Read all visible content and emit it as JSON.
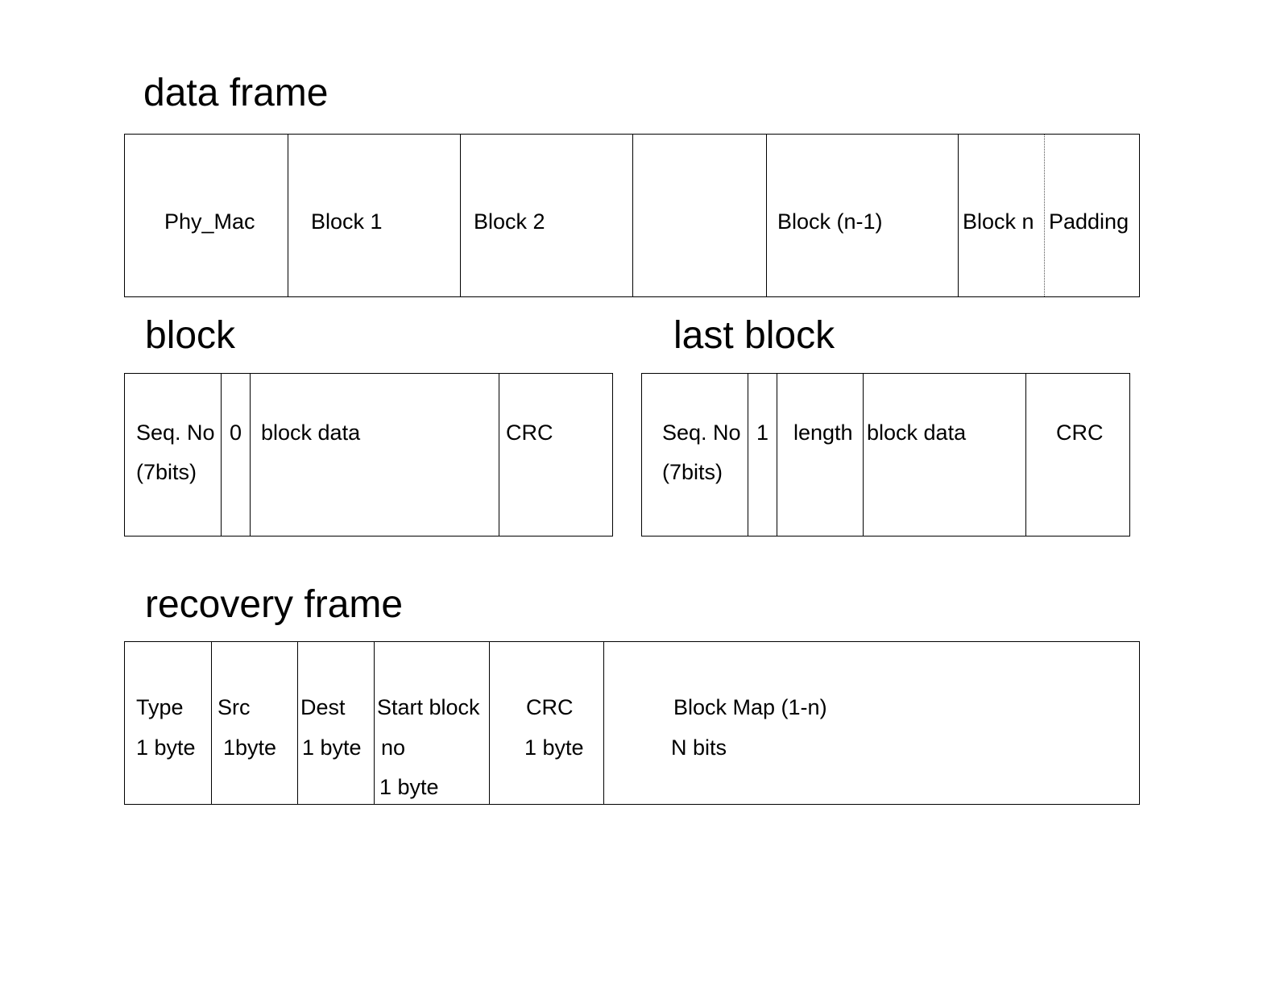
{
  "data_frame": {
    "title": "data frame",
    "fields": [
      "Phy_Mac",
      "Block 1",
      "Block 2",
      "",
      "Block (n-1)",
      "Block n",
      "Padding"
    ]
  },
  "block": {
    "title": "block",
    "fields": [
      {
        "lines": [
          "Seq. No",
          "(7bits)"
        ]
      },
      {
        "lines": [
          "0"
        ]
      },
      {
        "lines": [
          "block data"
        ]
      },
      {
        "lines": [
          "CRC"
        ]
      }
    ]
  },
  "last_block": {
    "title": "last block",
    "fields": [
      {
        "lines": [
          "Seq. No",
          "(7bits)"
        ]
      },
      {
        "lines": [
          "1"
        ]
      },
      {
        "lines": [
          "length"
        ]
      },
      {
        "lines": [
          "block data"
        ]
      },
      {
        "lines": [
          "CRC"
        ]
      }
    ]
  },
  "recovery_frame": {
    "title": "recovery frame",
    "fields": [
      {
        "lines": [
          "Type",
          "1 byte"
        ]
      },
      {
        "lines": [
          "Src",
          "1byte"
        ]
      },
      {
        "lines": [
          "Dest",
          "1 byte"
        ]
      },
      {
        "lines": [
          "Start block",
          "no",
          "1 byte"
        ]
      },
      {
        "lines": [
          "CRC",
          "1 byte"
        ]
      },
      {
        "lines": [
          "Block Map (1-n)",
          "N bits"
        ]
      }
    ]
  }
}
